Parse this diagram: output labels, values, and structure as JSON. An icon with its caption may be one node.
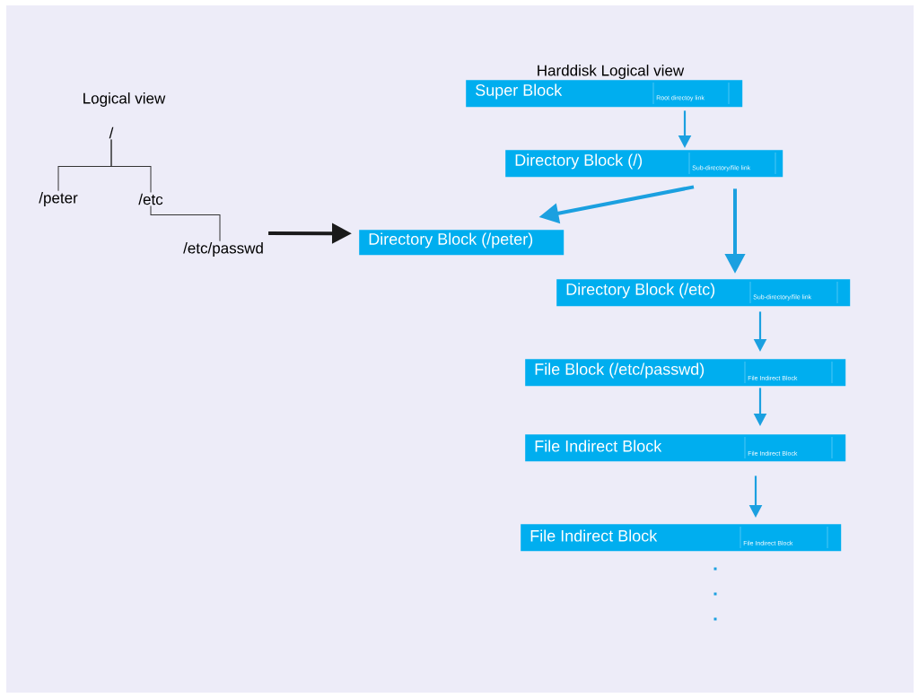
{
  "diagram": {
    "title": "Harddisk Logical view",
    "nodes": [
      {
        "text": [
          "/"
        ]
      },
      {
        "text": [
          "/peter"
        ]
      },
      {
        "text": [
          "/etc"
        ]
      },
      {
        "text": [
          "/etc/passwd"
        ]
      },
      {
        "text": [
          "Super Block",
          "Root directoy link"
        ]
      },
      {
        "text": [
          "Directory Block (/)",
          "Sub-directory/file link"
        ]
      },
      {
        "text": [
          "Directory Block (/peter)"
        ]
      },
      {
        "text": [
          "Directory Block (/etc)",
          "Sub-directory/file link"
        ]
      },
      {
        "text": [
          "File Block (/etc/passwd)",
          "File Indirect Block"
        ]
      },
      {
        "text": [
          "File Indirect Block",
          "File Indirect Block"
        ]
      },
      {
        "text": [
          "File Indirect Block",
          "File Indirect Block"
        ]
      }
    ],
    "edges": [
      {
        "from": 0,
        "to": 1,
        "arrow": "none",
        "color": "#333333"
      },
      {
        "from": 0,
        "to": 2,
        "arrow": "none",
        "color": "#333333"
      },
      {
        "from": 2,
        "to": 3,
        "arrow": "none",
        "color": "#333333"
      },
      {
        "from": 3,
        "to": 6,
        "arrow": "to",
        "style": "thick",
        "color": "#1a1a1a"
      },
      {
        "from": 4,
        "to": 5,
        "arrow": "to"
      },
      {
        "from": 5,
        "to": 6,
        "arrow": "to",
        "style": "thick"
      },
      {
        "from": 5,
        "to": 7,
        "arrow": "to",
        "style": "thick"
      },
      {
        "from": 7,
        "to": 8,
        "arrow": "to"
      },
      {
        "from": 8,
        "to": 9,
        "arrow": "to"
      },
      {
        "from": 9,
        "to": 10,
        "arrow": "to"
      }
    ],
    "labels": [
      "Logical view"
    ]
  }
}
